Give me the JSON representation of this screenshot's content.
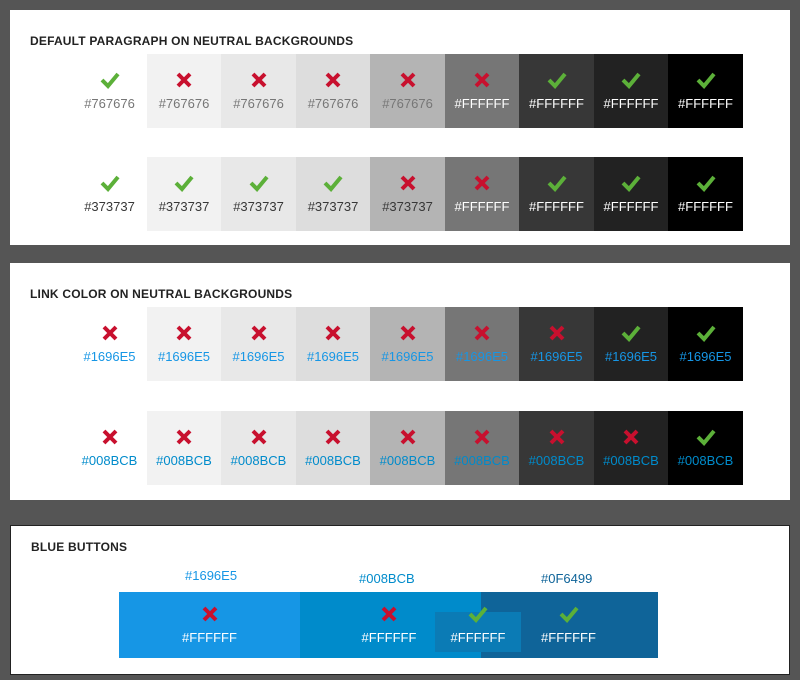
{
  "colors": {
    "check": "#5cb039",
    "cross": "#c8102e"
  },
  "backgrounds": [
    "#ffffff",
    "#f2f2f2",
    "#e8e8e8",
    "#dddddd",
    "#b4b4b4",
    "#767676",
    "#373737",
    "#222222",
    "#000000"
  ],
  "sections": [
    {
      "title": "DEFAULT PARAGRAPH ON NEUTRAL BACKGROUNDS",
      "rows": [
        {
          "cells": [
            {
              "label": "#767676",
              "ok": true,
              "color": "#767676"
            },
            {
              "label": "#767676",
              "ok": false,
              "color": "#767676"
            },
            {
              "label": "#767676",
              "ok": false,
              "color": "#767676"
            },
            {
              "label": "#767676",
              "ok": false,
              "color": "#767676"
            },
            {
              "label": "#767676",
              "ok": false,
              "color": "#767676"
            },
            {
              "label": "#FFFFFF",
              "ok": false,
              "color": "#ffffff"
            },
            {
              "label": "#FFFFFF",
              "ok": true,
              "color": "#ffffff"
            },
            {
              "label": "#FFFFFF",
              "ok": true,
              "color": "#ffffff"
            },
            {
              "label": "#FFFFFF",
              "ok": true,
              "color": "#ffffff"
            }
          ]
        },
        {
          "cells": [
            {
              "label": "#373737",
              "ok": true,
              "color": "#373737"
            },
            {
              "label": "#373737",
              "ok": true,
              "color": "#373737"
            },
            {
              "label": "#373737",
              "ok": true,
              "color": "#373737"
            },
            {
              "label": "#373737",
              "ok": true,
              "color": "#373737"
            },
            {
              "label": "#373737",
              "ok": false,
              "color": "#373737"
            },
            {
              "label": "#FFFFFF",
              "ok": false,
              "color": "#ffffff"
            },
            {
              "label": "#FFFFFF",
              "ok": true,
              "color": "#ffffff"
            },
            {
              "label": "#FFFFFF",
              "ok": true,
              "color": "#ffffff"
            },
            {
              "label": "#FFFFFF",
              "ok": true,
              "color": "#ffffff"
            }
          ]
        }
      ]
    },
    {
      "title": "LINK COLOR ON NEUTRAL BACKGROUNDS",
      "rows": [
        {
          "cells": [
            {
              "label": "#1696E5",
              "ok": false,
              "color": "#1696e5"
            },
            {
              "label": "#1696E5",
              "ok": false,
              "color": "#1696e5"
            },
            {
              "label": "#1696E5",
              "ok": false,
              "color": "#1696e5"
            },
            {
              "label": "#1696E5",
              "ok": false,
              "color": "#1696e5"
            },
            {
              "label": "#1696E5",
              "ok": false,
              "color": "#1696e5"
            },
            {
              "label": "#1696E5",
              "ok": false,
              "color": "#1696e5"
            },
            {
              "label": "#1696E5",
              "ok": false,
              "color": "#1696e5"
            },
            {
              "label": "#1696E5",
              "ok": true,
              "color": "#1696e5"
            },
            {
              "label": "#1696E5",
              "ok": true,
              "color": "#1696e5"
            }
          ]
        },
        {
          "cells": [
            {
              "label": "#008BCB",
              "ok": false,
              "color": "#008bcb"
            },
            {
              "label": "#008BCB",
              "ok": false,
              "color": "#008bcb"
            },
            {
              "label": "#008BCB",
              "ok": false,
              "color": "#008bcb"
            },
            {
              "label": "#008BCB",
              "ok": false,
              "color": "#008bcb"
            },
            {
              "label": "#008BCB",
              "ok": false,
              "color": "#008bcb"
            },
            {
              "label": "#008BCB",
              "ok": false,
              "color": "#008bcb"
            },
            {
              "label": "#008BCB",
              "ok": false,
              "color": "#008bcb"
            },
            {
              "label": "#008BCB",
              "ok": false,
              "color": "#008bcb"
            },
            {
              "label": "#008BCB",
              "ok": true,
              "color": "#008bcb"
            }
          ]
        }
      ]
    }
  ],
  "blue_buttons": {
    "title": "BLUE BUTTONS",
    "swatches": [
      {
        "name": "#1696E5",
        "bg": "#1696e5",
        "text": "#FFFFFF",
        "ok": false
      },
      {
        "name": "#008BCB",
        "bg": "#008bcb",
        "text": "#FFFFFF",
        "ok": false
      },
      {
        "name": "#0F6499",
        "bg": "#0f6499",
        "text": "#FFFFFF",
        "ok": true
      }
    ],
    "extra": {
      "text": "#FFFFFF",
      "ok": true
    }
  }
}
